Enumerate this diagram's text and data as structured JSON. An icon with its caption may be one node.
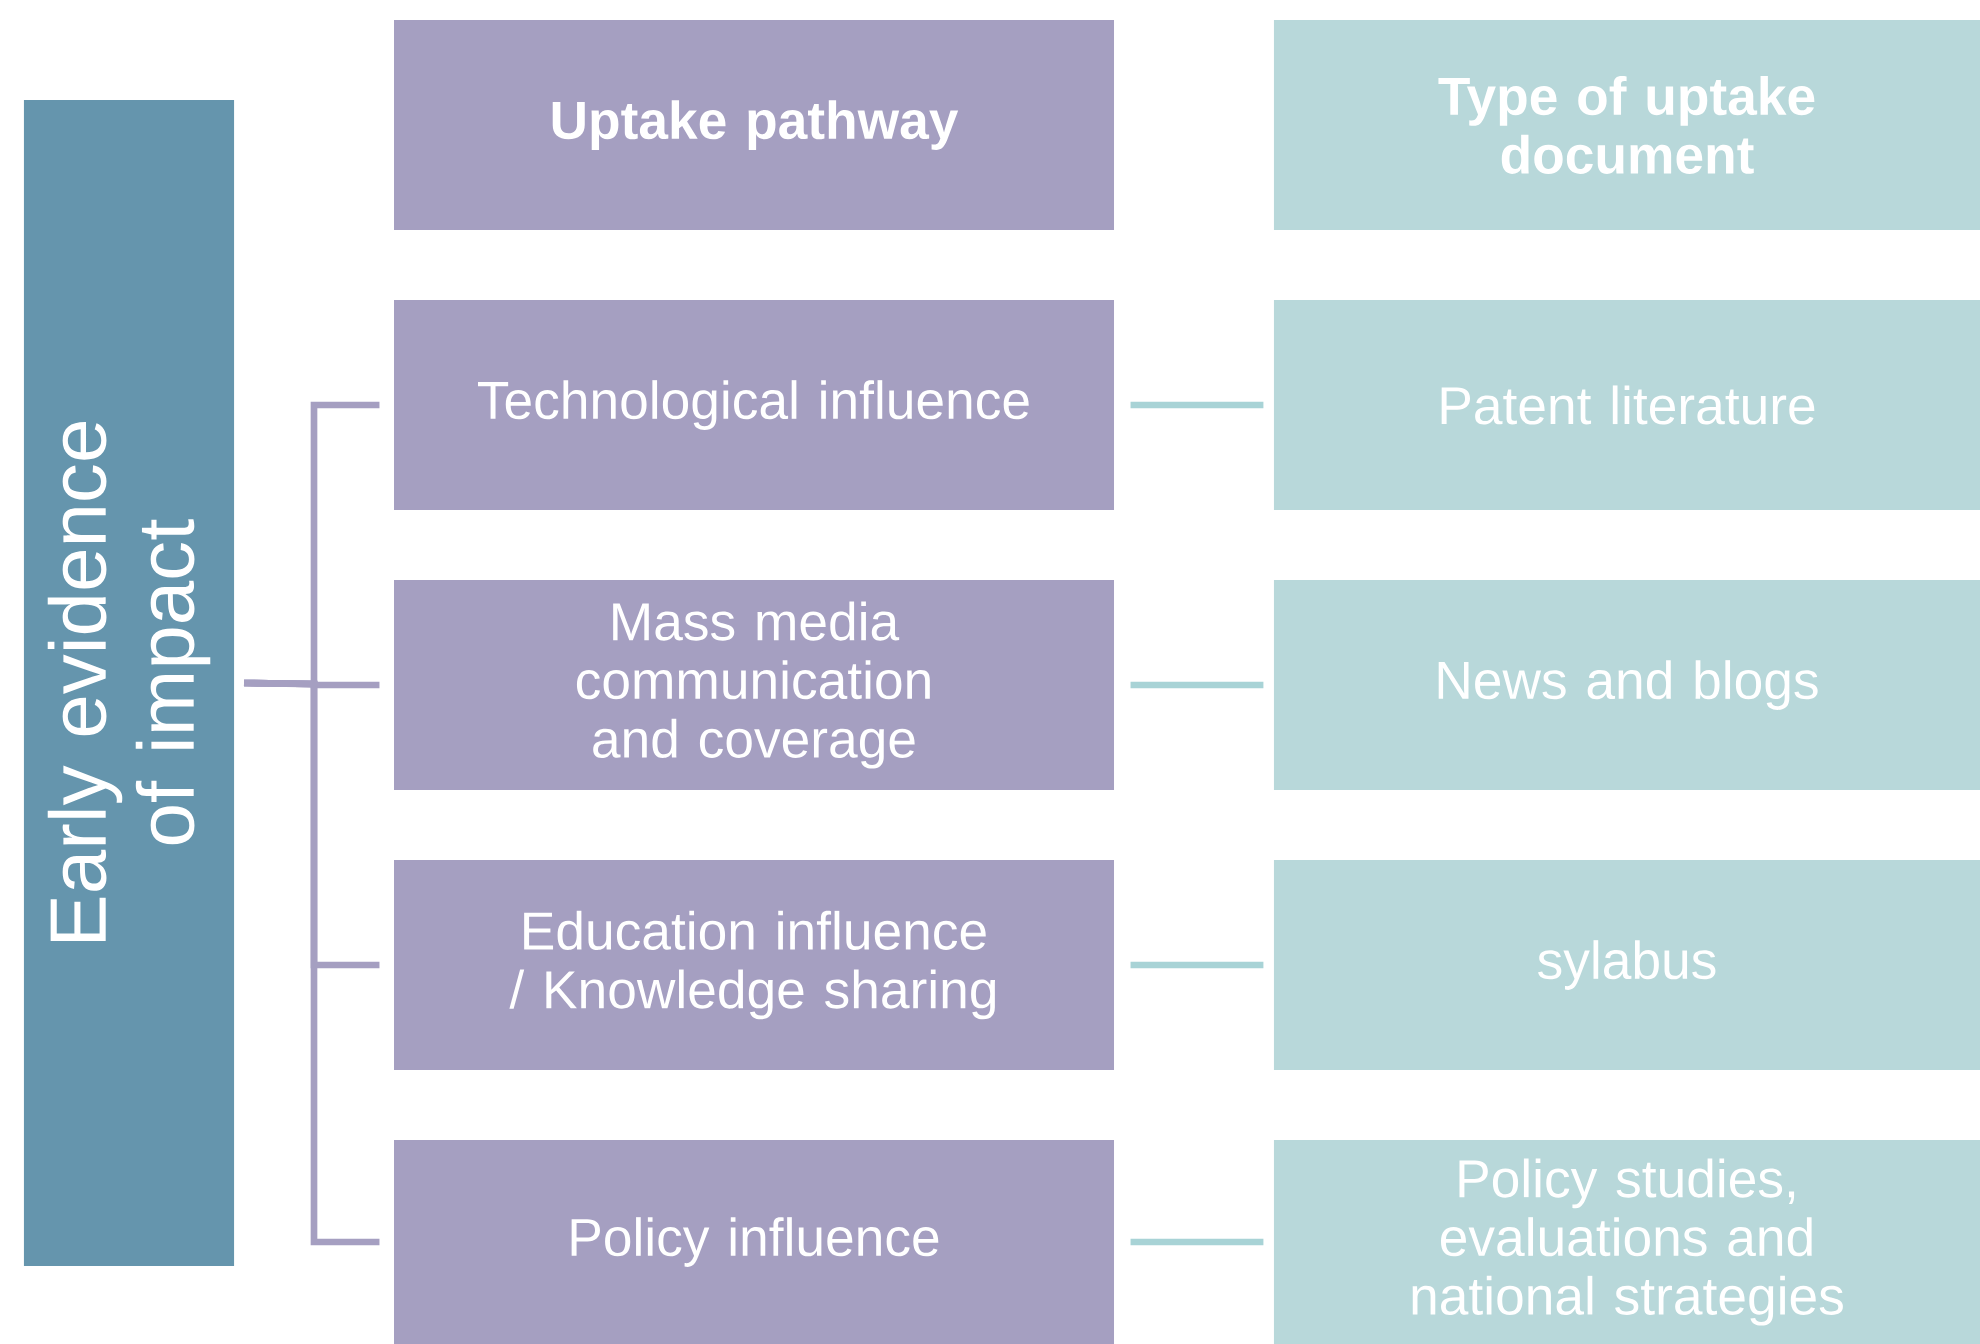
{
  "diagram": {
    "nodes": [
      {
        "text": [
          "Early evidence of impact"
        ]
      },
      {
        "text": [
          "Uptake pathway"
        ]
      },
      {
        "text": [
          "Type of uptake document"
        ]
      },
      {
        "text": [
          "Technological influence"
        ]
      },
      {
        "text": [
          "Mass media communication and coverage"
        ]
      },
      {
        "text": [
          "Education influence / Knowledge sharing"
        ]
      },
      {
        "text": [
          "Policy influence"
        ]
      },
      {
        "text": [
          "Patent literature"
        ]
      },
      {
        "text": [
          "News and blogs"
        ]
      },
      {
        "text": [
          "sylabus"
        ]
      },
      {
        "text": [
          "Policy studies, evaluations and national strategies"
        ]
      }
    ],
    "edges": [
      {
        "from": 0,
        "to": 3,
        "arrow": "none",
        "color": "#a59fc1"
      },
      {
        "from": 0,
        "to": 4,
        "arrow": "none",
        "color": "#a59fc1"
      },
      {
        "from": 0,
        "to": 5,
        "arrow": "none",
        "color": "#a59fc1"
      },
      {
        "from": 0,
        "to": 6,
        "arrow": "none",
        "color": "#a59fc1"
      },
      {
        "from": 3,
        "to": 7,
        "arrow": "none",
        "color": "#a8d3d6"
      },
      {
        "from": 4,
        "to": 8,
        "arrow": "none",
        "color": "#a8d3d6"
      },
      {
        "from": 5,
        "to": 9,
        "arrow": "none",
        "color": "#a8d3d6"
      },
      {
        "from": 6,
        "to": 10,
        "arrow": "none",
        "color": "#a8d3d6"
      }
    ]
  }
}
